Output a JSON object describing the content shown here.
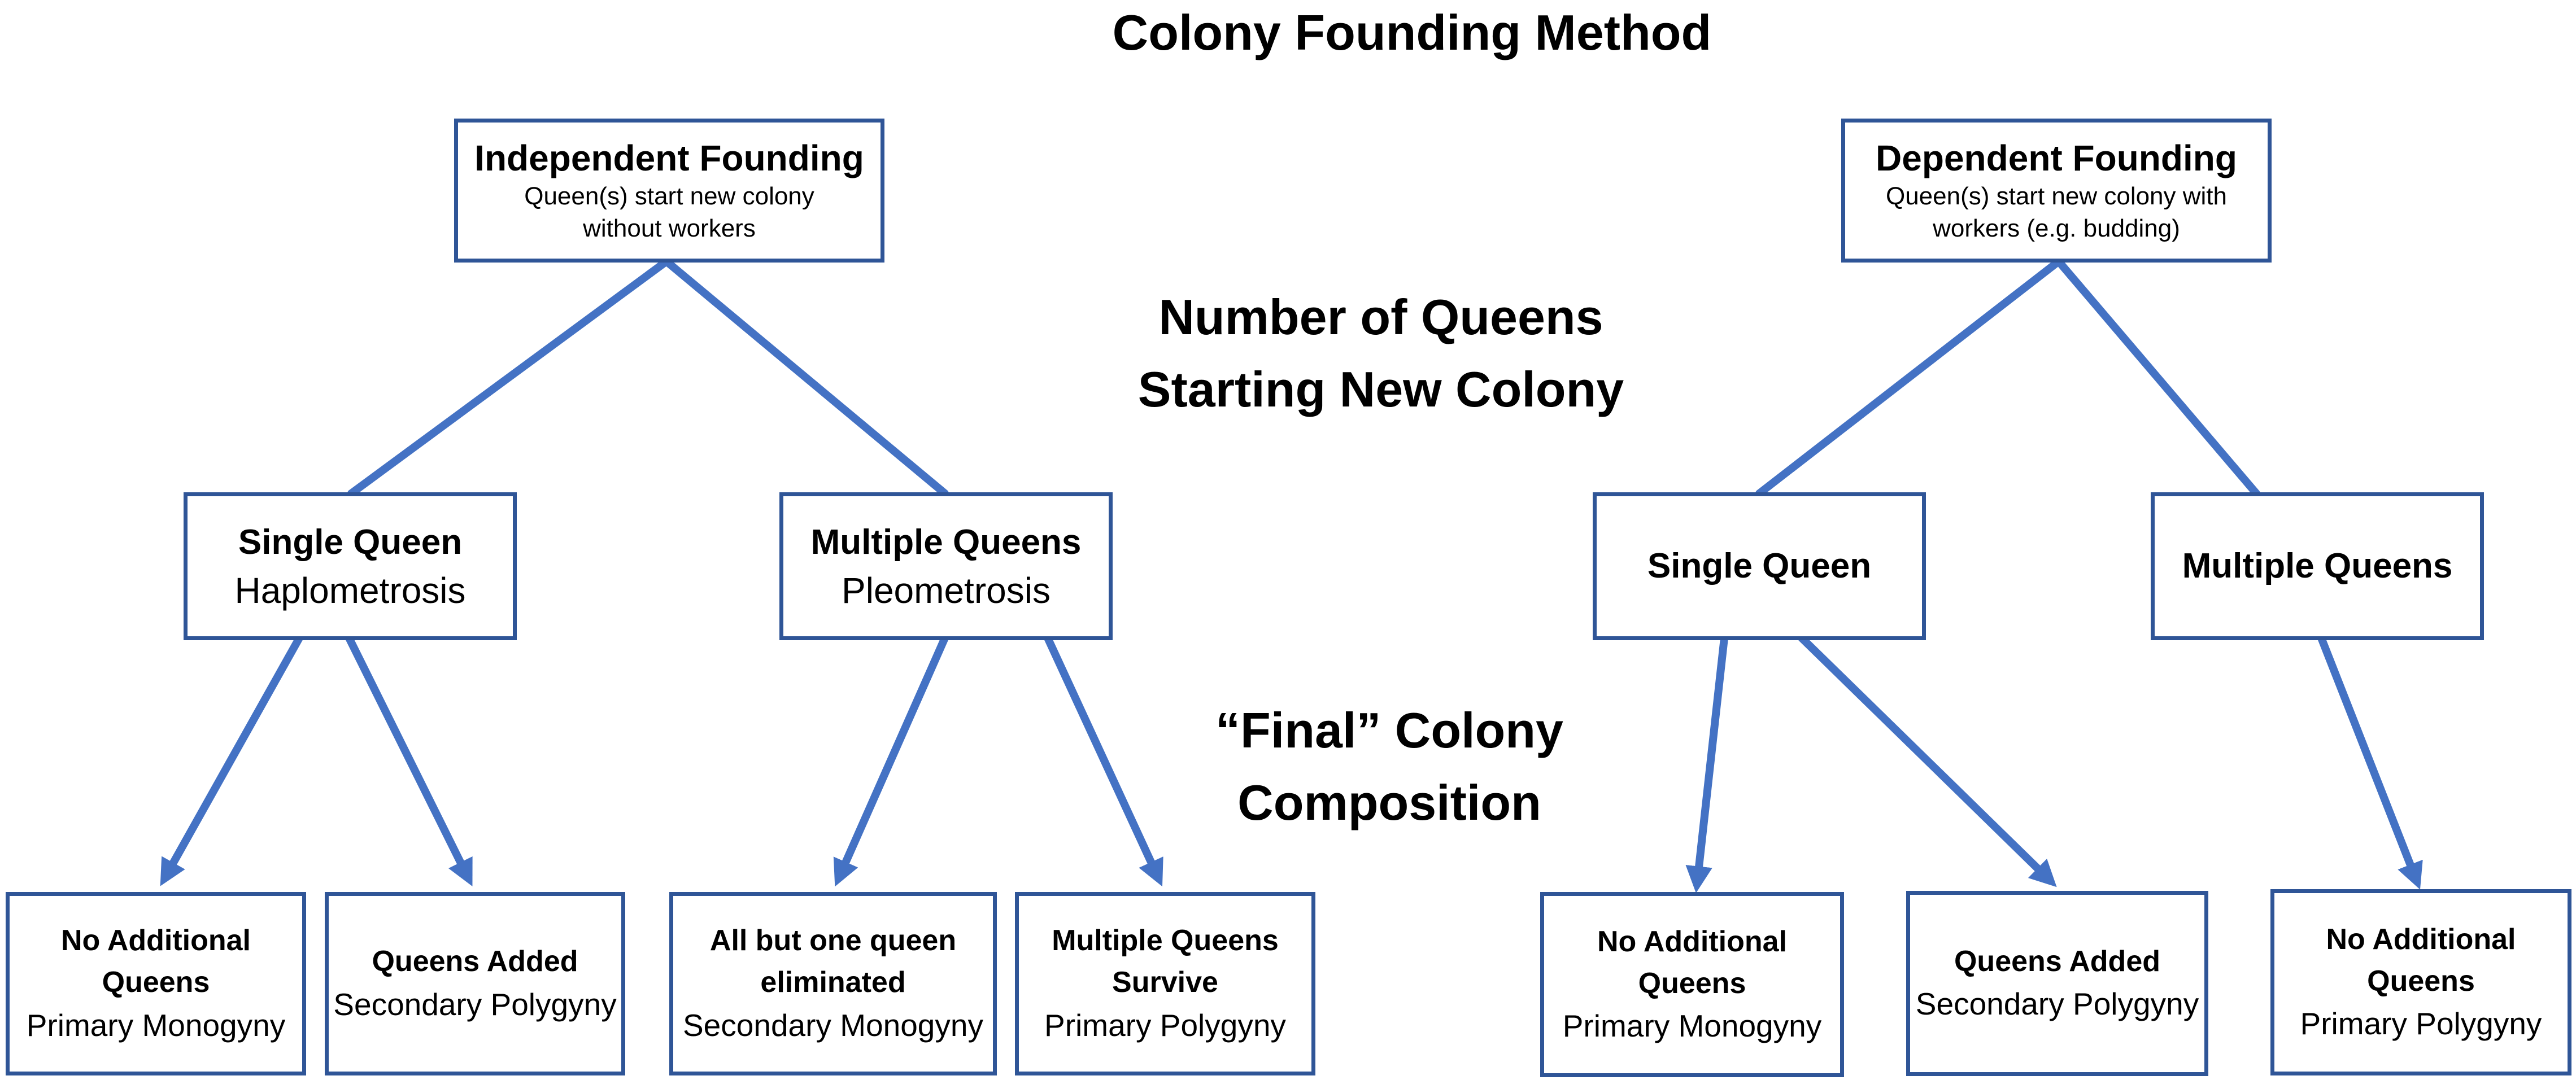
{
  "headings": {
    "method": "Colony Founding Method",
    "queens_line1": "Number of Queens",
    "queens_line2": "Starting New Colony",
    "final_line1": "“Final” Colony",
    "final_line2": "Composition"
  },
  "independent": {
    "title": "Independent Founding",
    "desc_line1": "Queen(s) start new colony",
    "desc_line2": "without workers",
    "single": {
      "title": "Single Queen",
      "subtitle": "Haplometrosis"
    },
    "multiple": {
      "title": "Multiple Queens",
      "subtitle": "Pleometrosis"
    },
    "outcomes": [
      {
        "title_line1": "No Additional",
        "title_line2": "Queens",
        "subtitle": "Primary Monogyny"
      },
      {
        "title_line1": "Queens Added",
        "subtitle": "Secondary Polygyny"
      },
      {
        "title_line1": "All but one queen",
        "title_line2": "eliminated",
        "subtitle": "Secondary Monogyny"
      },
      {
        "title_line1": "Multiple Queens",
        "title_line2": "Survive",
        "subtitle": "Primary Polygyny"
      }
    ]
  },
  "dependent": {
    "title": "Dependent Founding",
    "desc_line1": "Queen(s) start new colony with",
    "desc_line2": "workers (e.g. budding)",
    "single": {
      "title": "Single Queen"
    },
    "multiple": {
      "title": "Multiple Queens"
    },
    "outcomes": [
      {
        "title_line1": "No Additional",
        "title_line2": "Queens",
        "subtitle": "Primary Monogyny"
      },
      {
        "title_line1": "Queens Added",
        "subtitle": "Secondary Polygyny"
      },
      {
        "title_line1": "No Additional",
        "title_line2": "Queens",
        "subtitle": "Primary Polygyny"
      }
    ]
  },
  "colors": {
    "box_border": "#2f5597",
    "connector": "#4472c4"
  }
}
